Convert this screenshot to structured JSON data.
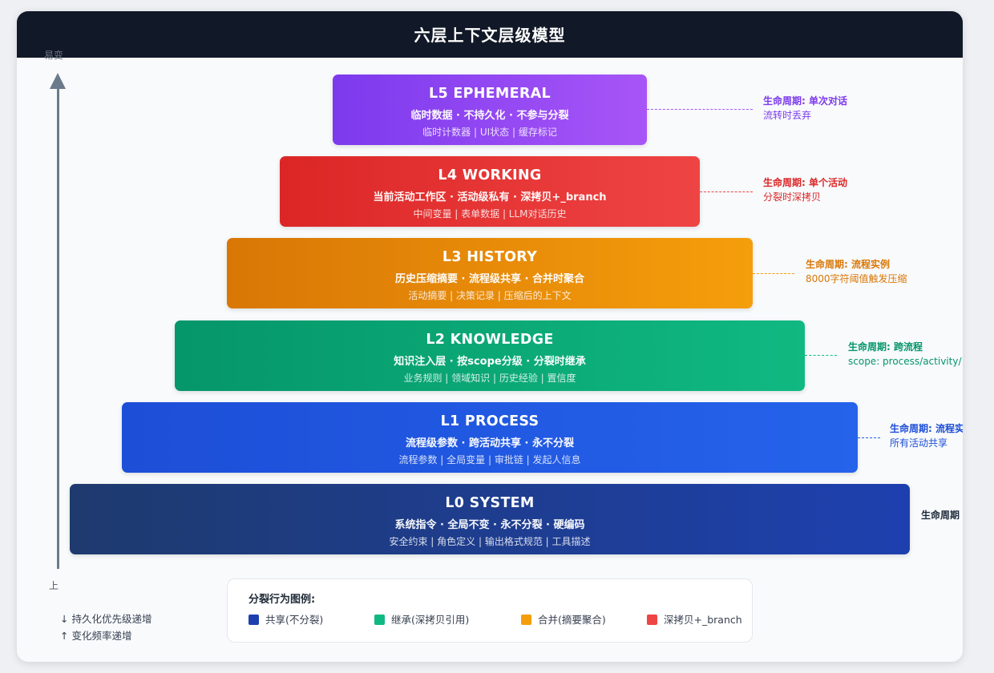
{
  "title": "六层上下文层级模型",
  "axis": {
    "top": "易变",
    "bottom": "上"
  },
  "notes": [
    "↓ 持久化优先级递增",
    "↑ 变化频率递增"
  ],
  "layers": [
    {
      "id": "L5",
      "title": "L5 EPHEMERAL",
      "desc": "临时数据 · 不持久化 · 不参与分裂",
      "examples": "临时计数器 | UI状态 | 缓存标记",
      "color_start": "#7c3aed",
      "color_end": "#a855f7",
      "text_color": "#7c3aed",
      "life_a": "生命周期: 单次对话",
      "life_b": "流转时丢弃"
    },
    {
      "id": "L4",
      "title": "L4 WORKING",
      "desc": "当前活动工作区 · 活动级私有 · 深拷贝+_branch",
      "examples": "中间变量 | 表单数据 | LLM对话历史",
      "color_start": "#dc2626",
      "color_end": "#ef4444",
      "text_color": "#dc2626",
      "life_a": "生命周期: 单个活动",
      "life_b": "分裂时深拷贝"
    },
    {
      "id": "L3",
      "title": "L3 HISTORY",
      "desc": "历史压缩摘要 · 流程级共享 · 合并时聚合",
      "examples": "活动摘要 | 决策记录 | 压缩后的上下文",
      "color_start": "#d97706",
      "color_end": "#f59e0b",
      "text_color": "#d97706",
      "life_a": "生命周期: 流程实例",
      "life_b": "8000字符阈值触发压缩"
    },
    {
      "id": "L2",
      "title": "L2 KNOWLEDGE",
      "desc": "知识注入层 · 按scope分级 · 分裂时继承",
      "examples": "业务规则 | 领域知识 | 历史经验 | 置信度",
      "color_start": "#059669",
      "color_end": "#10b981",
      "text_color": "#059669",
      "life_a": "生命周期: 跨流程",
      "life_b": "scope: process/activity/"
    },
    {
      "id": "L1",
      "title": "L1 PROCESS",
      "desc": "流程级参数 · 跨活动共享 · 永不分裂",
      "examples": "流程参数 | 全局变量 | 审批链 | 发起人信息",
      "color_start": "#1d4ed8",
      "color_end": "#2563eb",
      "text_color": "#1d4ed8",
      "life_a": "生命周期: 流程实",
      "life_b": "所有活动共享"
    },
    {
      "id": "L0",
      "title": "L0 SYSTEM",
      "desc": "系统指令 · 全局不变 · 永不分裂 · 硬编码",
      "examples": "安全约束 | 角色定义 | 输出格式规范 | 工具描述",
      "color_start": "#1e3a6e",
      "color_end": "#1e40af",
      "text_color": "#1e293b",
      "life_a": "生命周期",
      "life_b": ""
    }
  ],
  "legend": {
    "title": "分裂行为图例:",
    "items": [
      {
        "label": "共享(不分裂)",
        "color": "#1e40af"
      },
      {
        "label": "继承(深拷贝引用)",
        "color": "#10b981"
      },
      {
        "label": "合并(摘要聚合)",
        "color": "#f59e0b"
      },
      {
        "label": "深拷贝+_branch",
        "color": "#ef4444"
      }
    ]
  }
}
